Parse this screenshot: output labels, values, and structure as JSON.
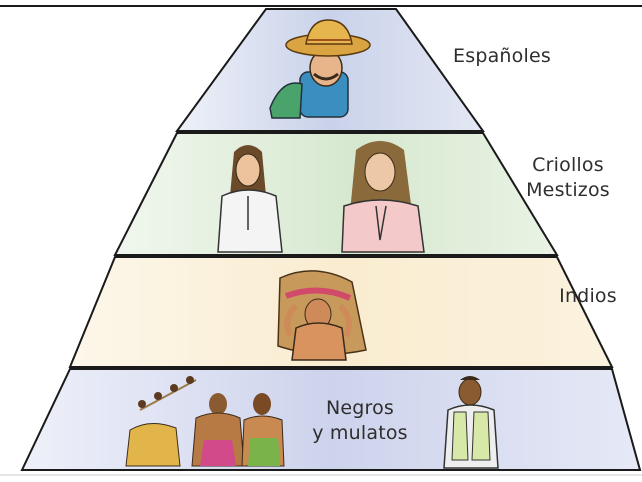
{
  "pyramid": {
    "levels": [
      {
        "lines": [
          "Españoles"
        ],
        "figure": "spanish-man-hat-icon"
      },
      {
        "lines": [
          "Criollos",
          "Mestizos"
        ],
        "figure": "criollo-mestizo-people-icon"
      },
      {
        "lines": [
          "Indios"
        ],
        "figure": "indigenous-worker-carrying-load-icon"
      },
      {
        "lines": [
          "Negros",
          "y mulatos"
        ],
        "figure": "enslaved-workers-icon"
      }
    ],
    "colors": {
      "level1": "#c9d2ea",
      "level2": "#d6e8cf",
      "level3": "#f9ecd0",
      "level4": "#cdd3ec",
      "edge": "#1a1a1a",
      "text": "#2e2e2e"
    }
  }
}
